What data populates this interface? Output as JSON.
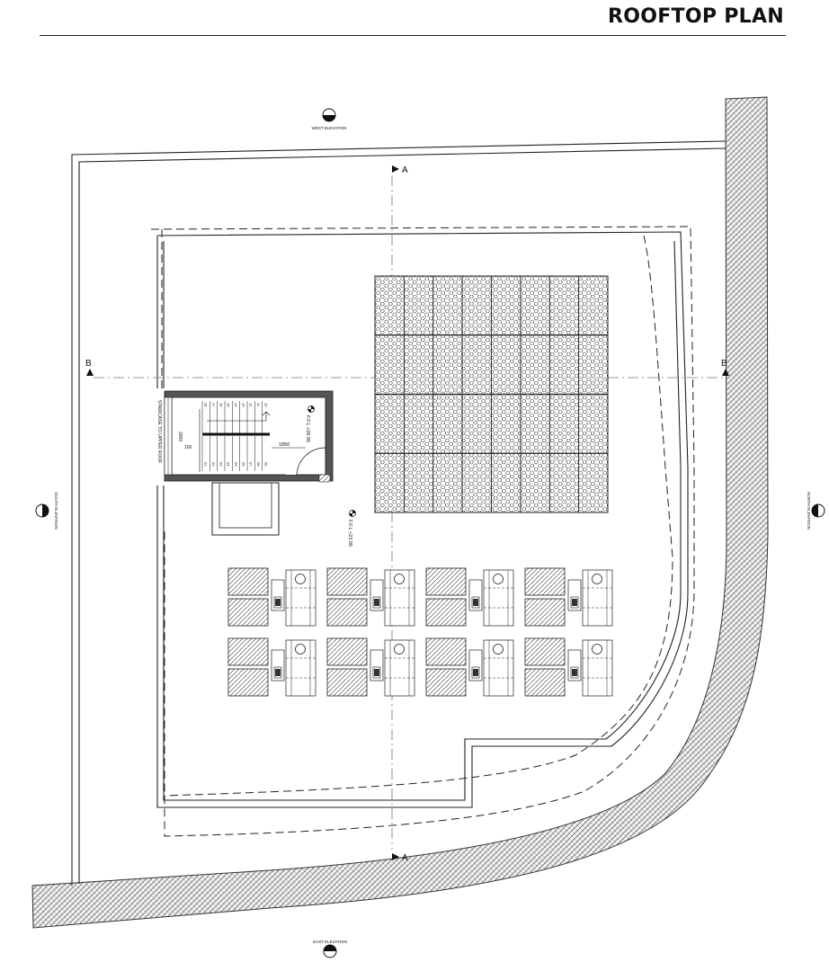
{
  "title": "ROOFTOP PLAN",
  "elevations": {
    "west": "WEST ELEVATION",
    "east": "EAST ELEVATION",
    "south": "SOUTH ELEVATION",
    "north": "NORTH ELEVATION"
  },
  "section_marks": {
    "a": "A",
    "b": "B"
  },
  "levels": {
    "stair_roof": "F.F.L +26.95",
    "roof": "F.F.L +23.95"
  },
  "stair": {
    "label": "STAIRCASE TO UPPER ROOF",
    "dim_width": "1850",
    "dim_height": "2900",
    "dim_small": "100",
    "steps": [
      "01",
      "02",
      "03",
      "04",
      "05",
      "06",
      "07",
      "08",
      "09",
      "10",
      "11",
      "12",
      "13",
      "14",
      "15",
      "16",
      "17",
      "18"
    ]
  },
  "solar_panels": {
    "rows": 4,
    "columns": 8
  },
  "ac_units": {
    "rows": 2,
    "columns": 4
  }
}
